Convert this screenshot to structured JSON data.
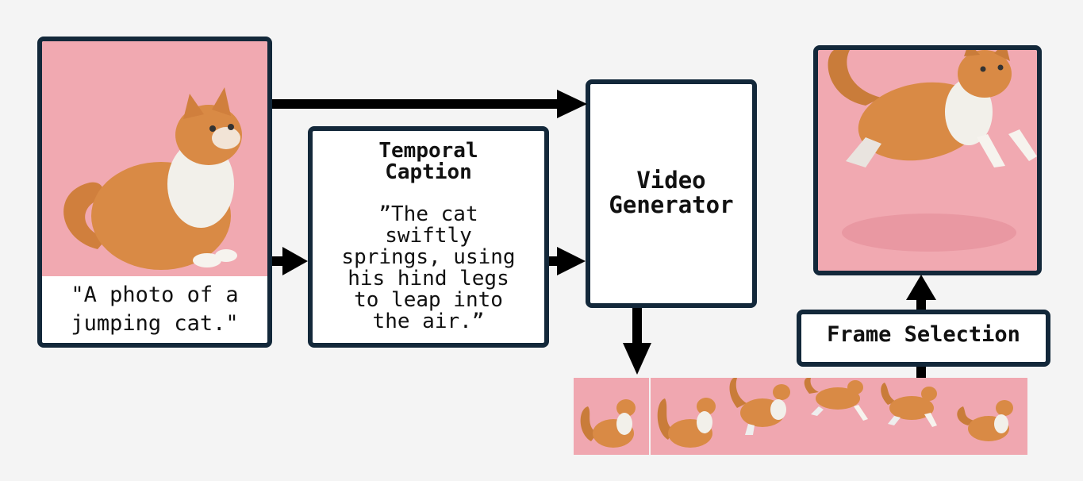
{
  "input": {
    "caption": "\"A photo of a\njumping cat.\""
  },
  "temporal_caption": {
    "title": "Temporal\nCaption",
    "text": "”The cat\nswiftly\nsprings, using\nhis hind legs\nto leap into\nthe air.”"
  },
  "video_generator": {
    "label": "Video\nGenerator"
  },
  "frame_selection": {
    "label": "Frame Selection"
  },
  "colors": {
    "box_border": "#13283a",
    "photo_background": "#f1a9b1",
    "cat_fur": "#d98a45",
    "arrow": "#000000"
  },
  "icons": [
    "cat-photo",
    "arrow-right",
    "arrow-down",
    "arrow-up"
  ]
}
